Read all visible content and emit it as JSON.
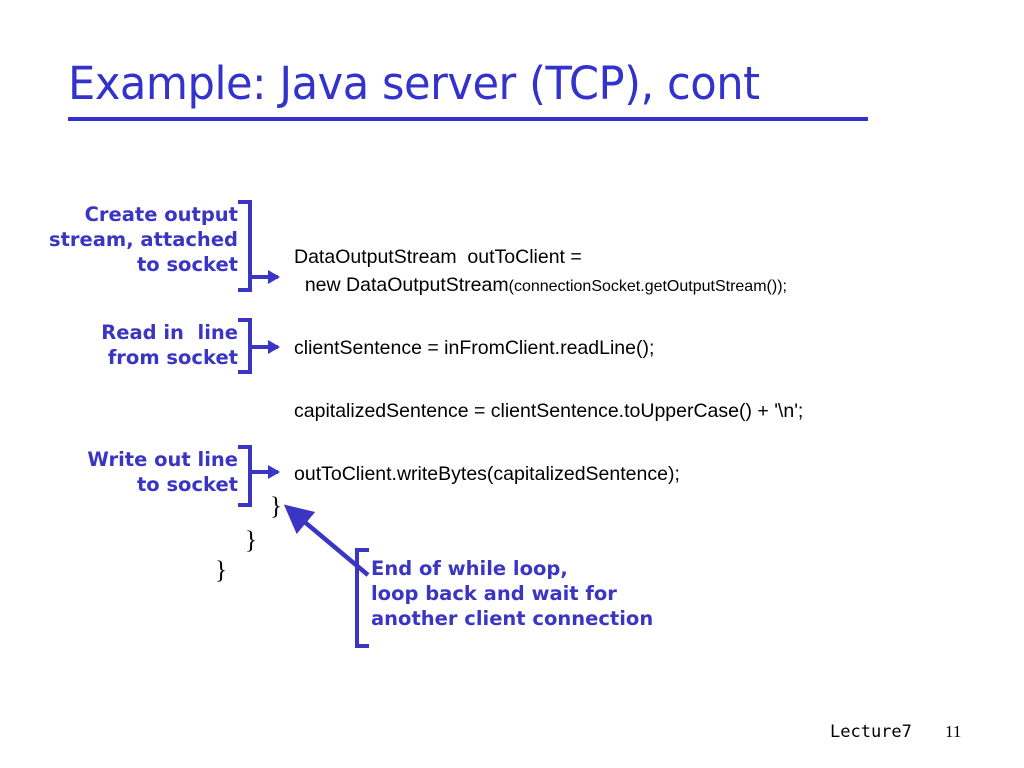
{
  "slide": {
    "title": "Example: Java server (TCP), cont",
    "accent_color": "#3333CC",
    "annotation_color": "#3B35C4",
    "code_color": "#000000",
    "background_color": "#FFFFFF"
  },
  "annotations": [
    {
      "id": "create-output-stream",
      "lines": "Create output\nstream, attached\nto socket"
    },
    {
      "id": "read-in-line",
      "lines": "Read in  line\nfrom socket"
    },
    {
      "id": "write-out-line",
      "lines": "Write out line\nto socket"
    },
    {
      "id": "end-of-while-loop",
      "lines": "End of while loop,\nloop back and wait for\nanother client connection"
    }
  ],
  "code": {
    "line1a": "DataOutputStream  outToClient =",
    "line1b": "  new DataOutputStream",
    "line1b_small": "(connectionSocket.getOutputStream());",
    "line2": "clientSentence = inFromClient.readLine();",
    "line3": "capitalizedSentence = clientSentence.toUpperCase() + '\\n';",
    "line4": "outToClient.writeBytes(capitalizedSentence);",
    "brace1": "}",
    "brace2": "}",
    "brace3": "}"
  },
  "footer": {
    "lecture": "Lecture7",
    "page": "11"
  }
}
